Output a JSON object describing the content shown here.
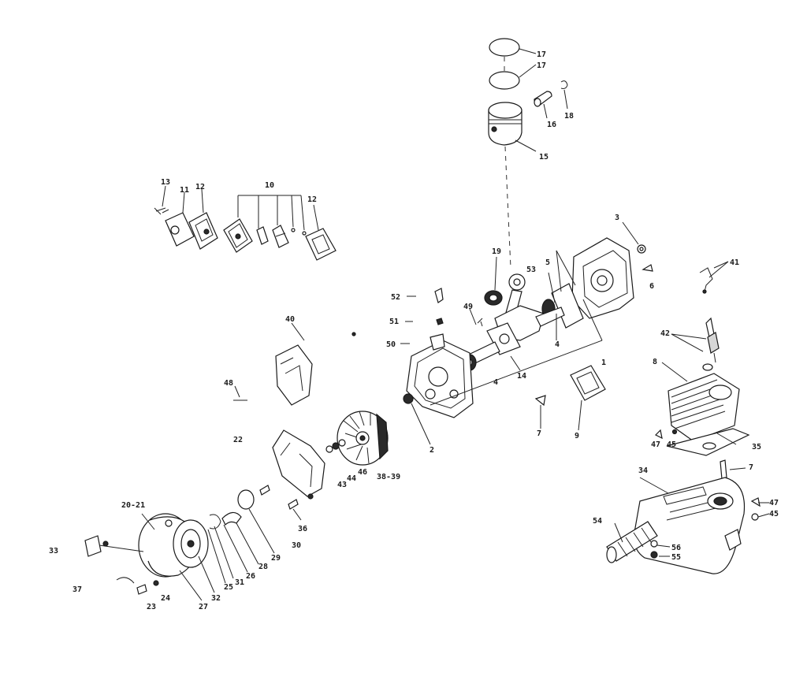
{
  "diagram": {
    "callouts": {
      "c17a": "17",
      "c17b": "17",
      "c18": "18",
      "c16": "16",
      "c15": "15",
      "c13": "13",
      "c11": "11",
      "c12a": "12",
      "c10": "10",
      "c12b": "12",
      "c3": "3",
      "c41": "41",
      "c19": "19",
      "c53": "53",
      "c5": "5",
      "c6": "6",
      "c52": "52",
      "c49": "49",
      "c51": "51",
      "c40": "40",
      "c50": "50",
      "c4a": "4",
      "c42": "42",
      "c1": "1",
      "c4b": "4",
      "c14": "14",
      "c8": "8",
      "c48": "48",
      "c2": "2",
      "c7a": "7",
      "c9": "9",
      "c22": "22",
      "c47a": "47",
      "c45a": "45",
      "c35": "35",
      "c43": "43",
      "c44": "44",
      "c46": "46",
      "c3839": "38-39",
      "c7b": "7",
      "c34": "34",
      "c2021": "20-21",
      "c47b": "47",
      "c45b": "45",
      "c36": "36",
      "c54": "54",
      "c33": "33",
      "c30": "30",
      "c29": "29",
      "c56": "56",
      "c55": "55",
      "c28": "28",
      "c26": "26",
      "c31": "31",
      "c25": "25",
      "c32": "32",
      "c37": "37",
      "c24": "24",
      "c23": "23",
      "c27": "27"
    }
  }
}
